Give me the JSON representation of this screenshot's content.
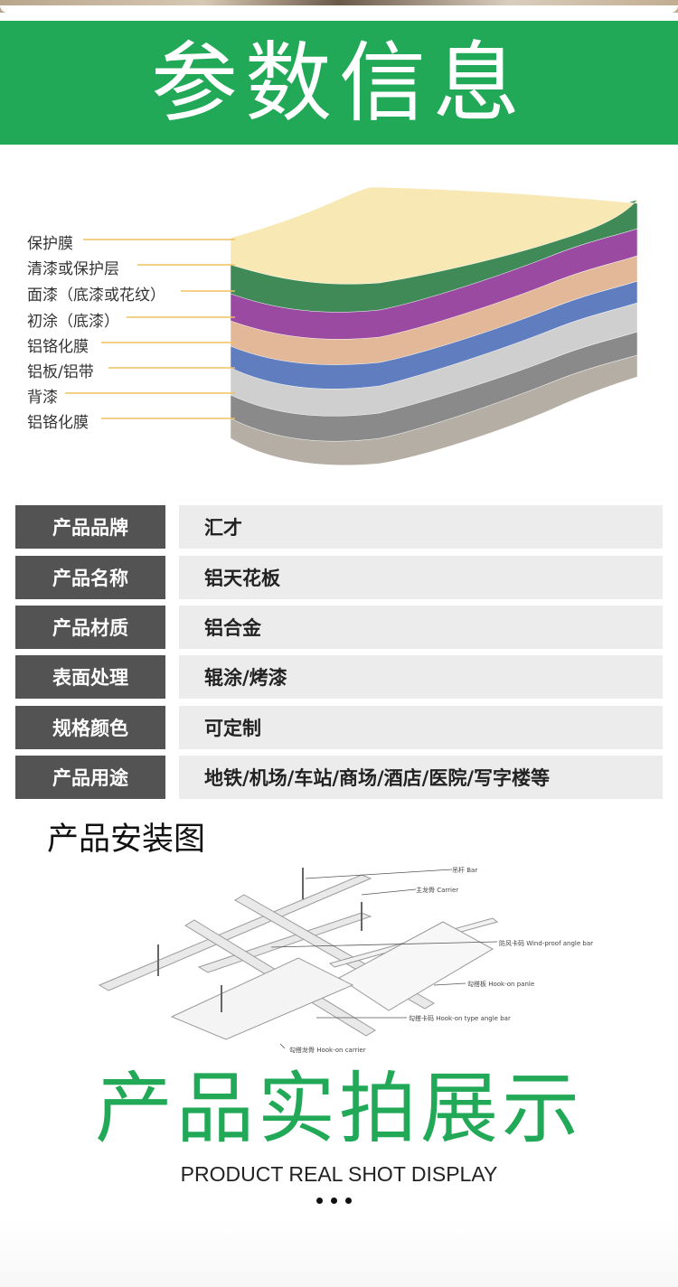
{
  "header": {
    "title": "参数信息"
  },
  "layers": {
    "labels": [
      "保护膜",
      "清漆或保护层",
      "面漆（底漆或花纹）",
      "初涂（底漆）",
      "铝铬化膜",
      "铝板/铝带",
      "背漆",
      "铝铬化膜"
    ],
    "colors": [
      "#f7e8b4",
      "#3f8a56",
      "#9a4aa0",
      "#e2b898",
      "#5f7dbf",
      "#cfcfcf",
      "#8a8a8a",
      "#b5aea5"
    ]
  },
  "specs": [
    {
      "key": "产品品牌",
      "value": "汇才"
    },
    {
      "key": "产品名称",
      "value": "铝天花板"
    },
    {
      "key": "产品材质",
      "value": "铝合金"
    },
    {
      "key": "表面处理",
      "value": "辊涂/烤漆"
    },
    {
      "key": "规格颜色",
      "value": "可定制"
    },
    {
      "key": "产品用途",
      "value": "地铁/机场/车站/商场/酒店/医院/写字楼等"
    }
  ],
  "install": {
    "title": "产品安装图",
    "callouts": {
      "bar": "吊杆 Bar",
      "carrier": "主龙骨 Carrier",
      "windproof": "防风卡码 Wind-proof angle bar",
      "panel": "勾搭板 Hook-on panle",
      "hook_angle": "勾搭卡码 Hook-on type angle bar",
      "hook_carrier": "勾搭龙骨 Hook-on carrier"
    }
  },
  "real": {
    "title": "产品实拍展示",
    "subtitle": "PRODUCT REAL SHOT DISPLAY"
  }
}
